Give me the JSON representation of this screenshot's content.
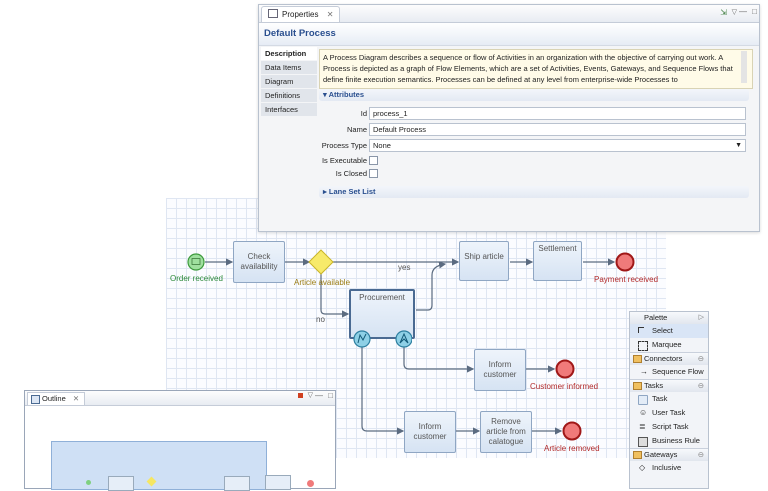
{
  "properties": {
    "tab": "Properties",
    "title": "Default Process",
    "side_tabs": [
      "Description",
      "Data Items",
      "Diagram",
      "Definitions",
      "Interfaces"
    ],
    "description": "A Process Diagram describes a sequence or flow of Activities in an organization with the objective of carrying out work. A Process is depicted as a graph of Flow Elements, which are a set of Activities, Events, Gateways, and Sequence Flows that define finite execution semantics. Processes can be defined at any level from enterprise-wide Processes to",
    "attributes_header": "Attributes",
    "fields": {
      "id_label": "Id",
      "id_value": "process_1",
      "name_label": "Name",
      "name_value": "Default Process",
      "type_label": "Process Type",
      "type_value": "None",
      "exec_label": "Is Executable",
      "closed_label": "Is Closed"
    },
    "lane_header": "Lane Set List"
  },
  "diagram": {
    "start": "Order received",
    "check": "Check availability",
    "gateway": "Article available",
    "yes": "yes",
    "no": "no",
    "ship": "Ship article",
    "settlement": "Settlement",
    "payment": "Payment received",
    "procurement": "Procurement",
    "inform1": "Inform customer",
    "customer_informed": "Customer informed",
    "inform2": "Inform customer",
    "remove": "Remove article from calatogue",
    "article_removed": "Article removed"
  },
  "palette": {
    "title": "Palette",
    "select": "Select",
    "marquee": "Marquee",
    "connectors": "Connectors",
    "sequence_flow": "Sequence Flow",
    "tasks": "Tasks",
    "task": "Task",
    "user_task": "User Task",
    "script_task": "Script Task",
    "business_rule": "Business Rule",
    "gateways": "Gateways",
    "inclusive": "Inclusive"
  },
  "outline": {
    "tab": "Outline"
  },
  "colors": {
    "start_event": "#7fd07f",
    "end_event": "#e85a5a",
    "gateway": "#f5e663",
    "accent": "#2a4f8f"
  }
}
